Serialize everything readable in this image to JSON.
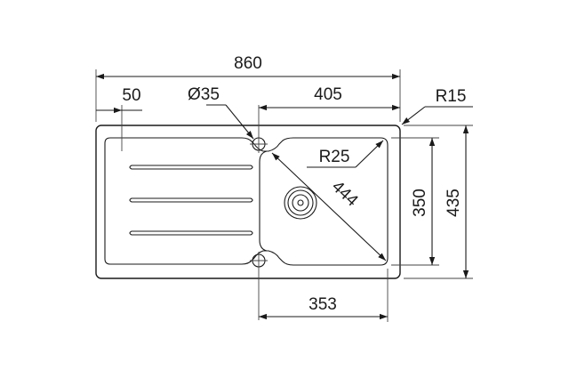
{
  "dimensions": {
    "overall_width": "860",
    "drainer_offset": "50",
    "tap_hole": "Ø35",
    "bowl_width_top": "405",
    "corner_radius_outer": "R15",
    "corner_radius_bowl": "R25",
    "bowl_diagonal": "444",
    "bowl_depth": "350",
    "overall_depth": "435",
    "bowl_width_bottom": "353"
  },
  "colors": {
    "line": "#1a1a1a",
    "background": "#ffffff"
  }
}
